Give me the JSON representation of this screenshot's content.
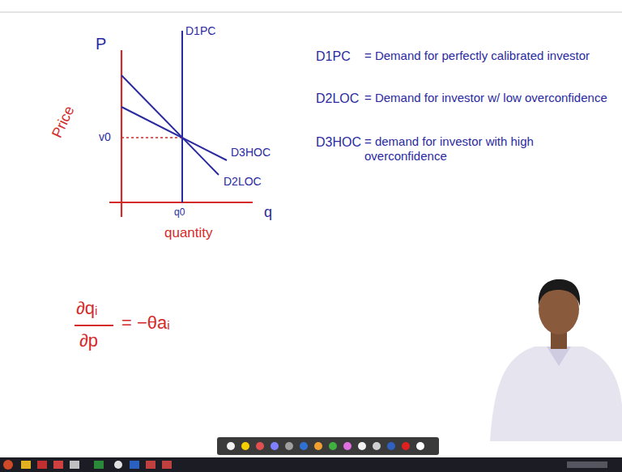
{
  "diagram": {
    "labels": [
      "P",
      "Price",
      "D1PC",
      "v0",
      "D3HOC",
      "D2LOC",
      "q0",
      "q",
      "quantity",
      "D1PC",
      "= Demand for perfectly calibrated investor",
      "D2LOC",
      "= Demand for investor w/ low overconfidence",
      "D3HOC",
      "= demand for investor with high overconfidence",
      "∂qᵢ",
      "∂p",
      "= −θaᵢ"
    ]
  }
}
